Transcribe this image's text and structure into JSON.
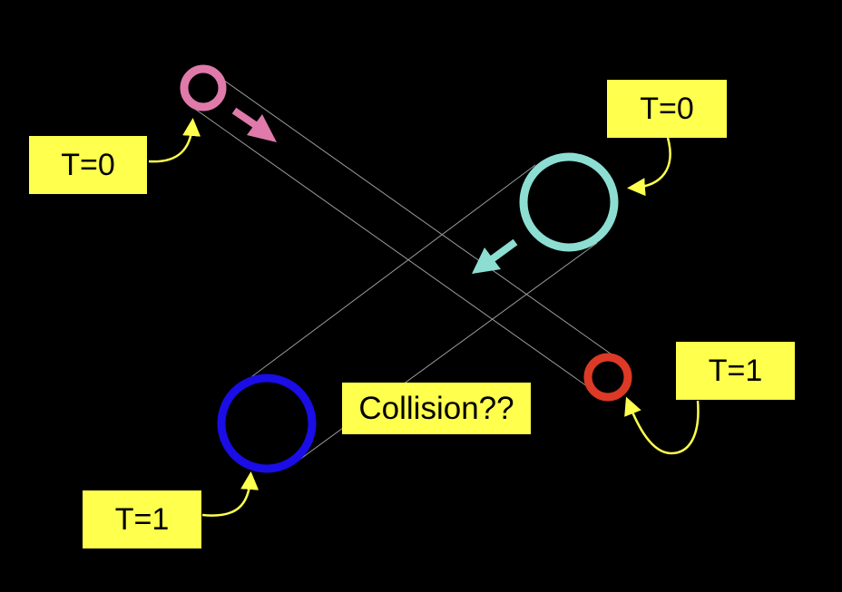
{
  "colors": {
    "background": "#000000",
    "label_background": "#ffff4d",
    "pointer_arrow": "#ffff4d",
    "path_lines": "#9a9a9a",
    "pink_ball": "#e07aaa",
    "teal_ball": "#8cded2",
    "red_ball": "#dc3a26",
    "blue_ball": "#1a0de6"
  },
  "labels": {
    "pink_start": "T=0",
    "teal_start": "T=0",
    "red_end": "T=1",
    "blue_end": "T=1",
    "collision": "Collision??"
  }
}
